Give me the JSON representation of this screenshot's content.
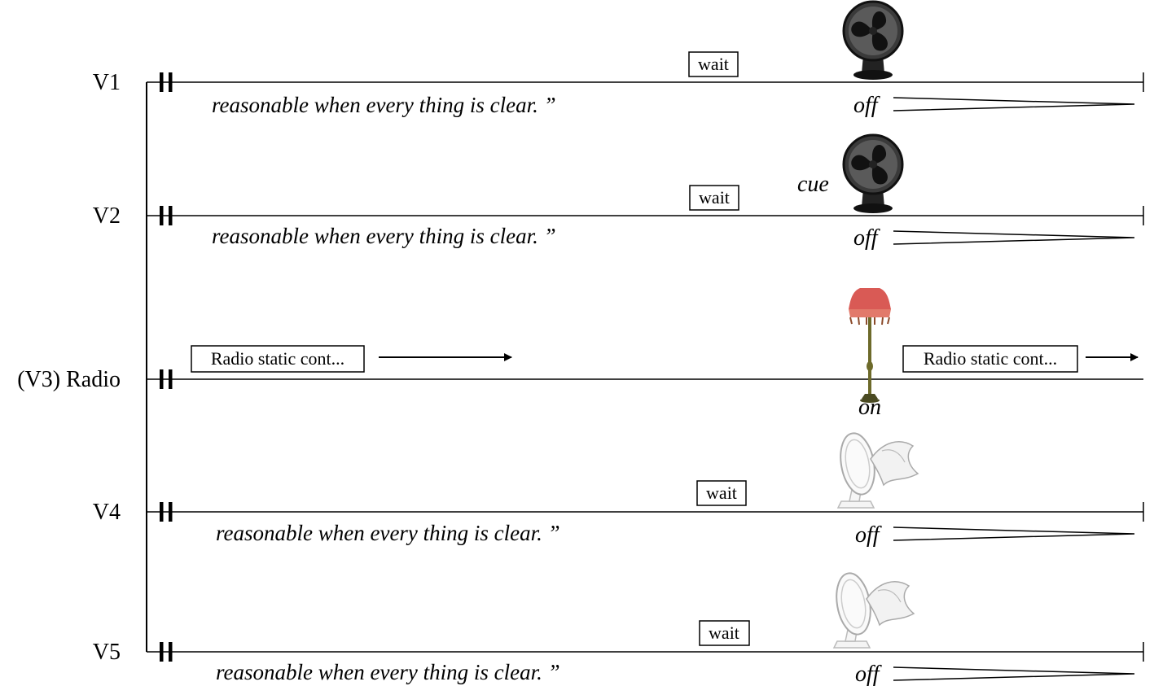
{
  "voices": [
    {
      "id": "v1",
      "label": "V1",
      "lyric": "reasonable when every thing is clear. ”",
      "box": "wait",
      "dynamic": "off",
      "prop": "desk-fan-black-icon"
    },
    {
      "id": "v2",
      "label": "V2",
      "lyric": "reasonable when every thing is clear. ”",
      "box": "wait",
      "dynamic": "off",
      "cue": "cue",
      "prop": "desk-fan-black-icon"
    },
    {
      "id": "v3",
      "label": "(V3) Radio",
      "box_start": "Radio static cont...",
      "box_end": "Radio static cont...",
      "dynamic": "on",
      "prop": "floor-lamp-icon"
    },
    {
      "id": "v4",
      "label": "V4",
      "lyric": "reasonable when every thing is clear. ”",
      "box": "wait",
      "dynamic": "off",
      "prop": "desk-fan-white-icon"
    },
    {
      "id": "v5",
      "label": "V5",
      "lyric": "reasonable when every thing is clear. ”",
      "box": "wait",
      "dynamic": "off",
      "prop": "desk-fan-white-icon"
    }
  ]
}
